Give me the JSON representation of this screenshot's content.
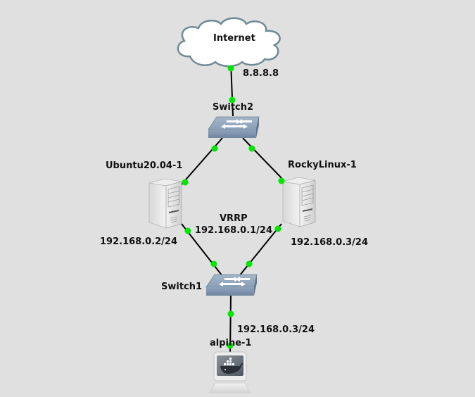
{
  "topology": {
    "nodes": {
      "internet": {
        "label": "Internet",
        "type": "cloud",
        "icon": "cloud-icon"
      },
      "switch2": {
        "label": "Switch2",
        "type": "switch",
        "icon": "ethernet-switch-icon"
      },
      "ubuntu": {
        "label": "Ubuntu20.04-1",
        "type": "server",
        "icon": "server-tower-icon"
      },
      "rocky": {
        "label": "RockyLinux-1",
        "type": "server",
        "icon": "server-tower-icon"
      },
      "switch1": {
        "label": "Switch1",
        "type": "switch",
        "icon": "ethernet-switch-icon"
      },
      "alpine": {
        "label": "alpine-1",
        "type": "docker-host",
        "icon": "docker-computer-icon"
      }
    },
    "annotations": {
      "internet_ip": "8.8.8.8",
      "ubuntu_ip": "192.168.0.2/24",
      "rocky_ip": "192.168.0.3/24",
      "vrrp_title": "VRRP",
      "vrrp_vip": "192.168.0.1/24",
      "alpine_ip": "192.168.0.3/24"
    },
    "links": [
      {
        "from": "internet",
        "to": "switch2"
      },
      {
        "from": "switch2",
        "to": "ubuntu"
      },
      {
        "from": "switch2",
        "to": "rocky"
      },
      {
        "from": "ubuntu",
        "to": "switch1"
      },
      {
        "from": "rocky",
        "to": "switch1"
      },
      {
        "from": "switch1",
        "to": "alpine"
      }
    ],
    "colors": {
      "background": "#e0e0e0",
      "link": "#000000",
      "port_up": "#00e600",
      "switch_body": "#7f97b0",
      "cloud_stroke": "#6e8a96"
    }
  }
}
